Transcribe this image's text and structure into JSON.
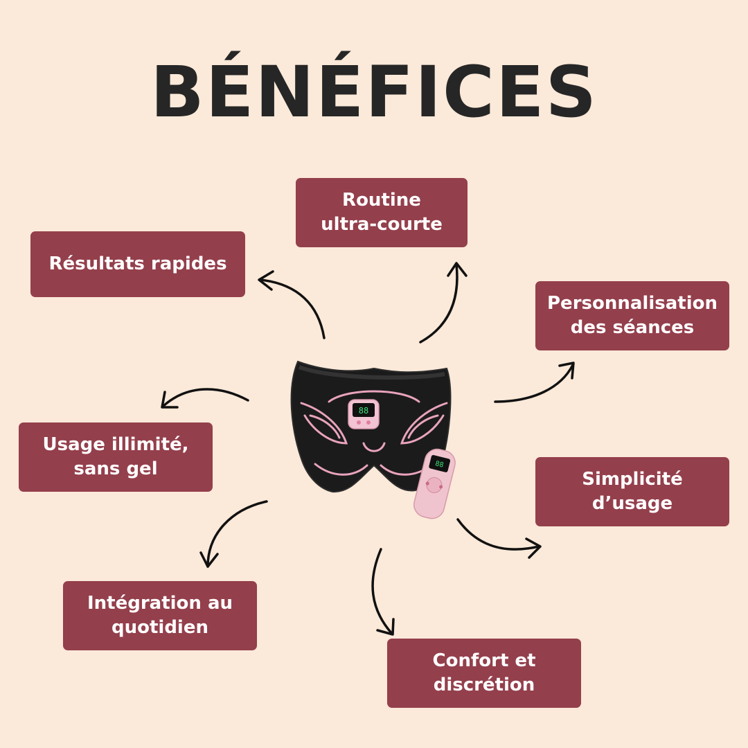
{
  "title": "BÉNÉFICES",
  "benefits": [
    {
      "id": "routine",
      "lines": [
        "Routine",
        "ultra-courte"
      ]
    },
    {
      "id": "resultats",
      "lines": [
        "Résultats rapides"
      ]
    },
    {
      "id": "personnalisation",
      "lines": [
        "Personnalisation",
        "des séances"
      ]
    },
    {
      "id": "usage-illimite",
      "lines": [
        "Usage illimité,",
        "sans gel"
      ]
    },
    {
      "id": "simplicite",
      "lines": [
        "Simplicité",
        "d’usage"
      ]
    },
    {
      "id": "integration",
      "lines": [
        "Intégration au",
        "quotidien"
      ]
    },
    {
      "id": "confort",
      "lines": [
        "Confort et",
        "discrétion"
      ]
    }
  ],
  "device": {
    "display_value": "88",
    "remote_display_value": "88"
  },
  "colors": {
    "background": "#fbe9d9",
    "box": "#943f4c",
    "title": "#262626",
    "mask": "#1b1b1b",
    "accent_pink": "#e9a3bd"
  },
  "icons": [
    "curved-arrow-icon",
    "eye-mask-device-icon",
    "remote-control-icon"
  ]
}
